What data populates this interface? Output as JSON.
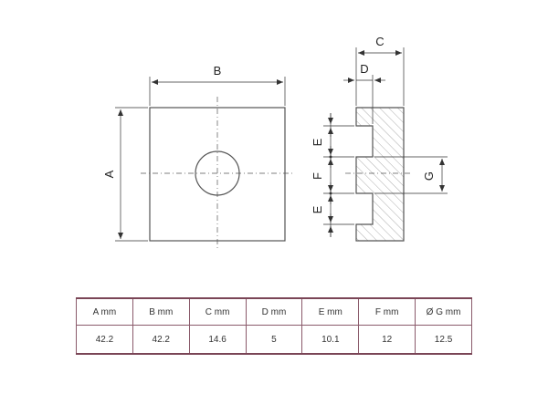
{
  "drawing": {
    "dimension_labels": {
      "A": "A",
      "B": "B",
      "C": "C",
      "D": "D",
      "E_top": "E",
      "F": "F",
      "E_bottom": "E",
      "G": "G"
    },
    "colors": {
      "outline": "#555555",
      "dimension": "#333333",
      "hatch": "#888888",
      "centerline": "#555555",
      "table_border": "#7a4556"
    }
  },
  "table": {
    "headers": [
      "A mm",
      "B mm",
      "C mm",
      "D mm",
      "E mm",
      "F mm",
      "Ø G mm"
    ],
    "values": [
      "42.2",
      "42.2",
      "14.6",
      "5",
      "10.1",
      "12",
      "12.5"
    ]
  }
}
